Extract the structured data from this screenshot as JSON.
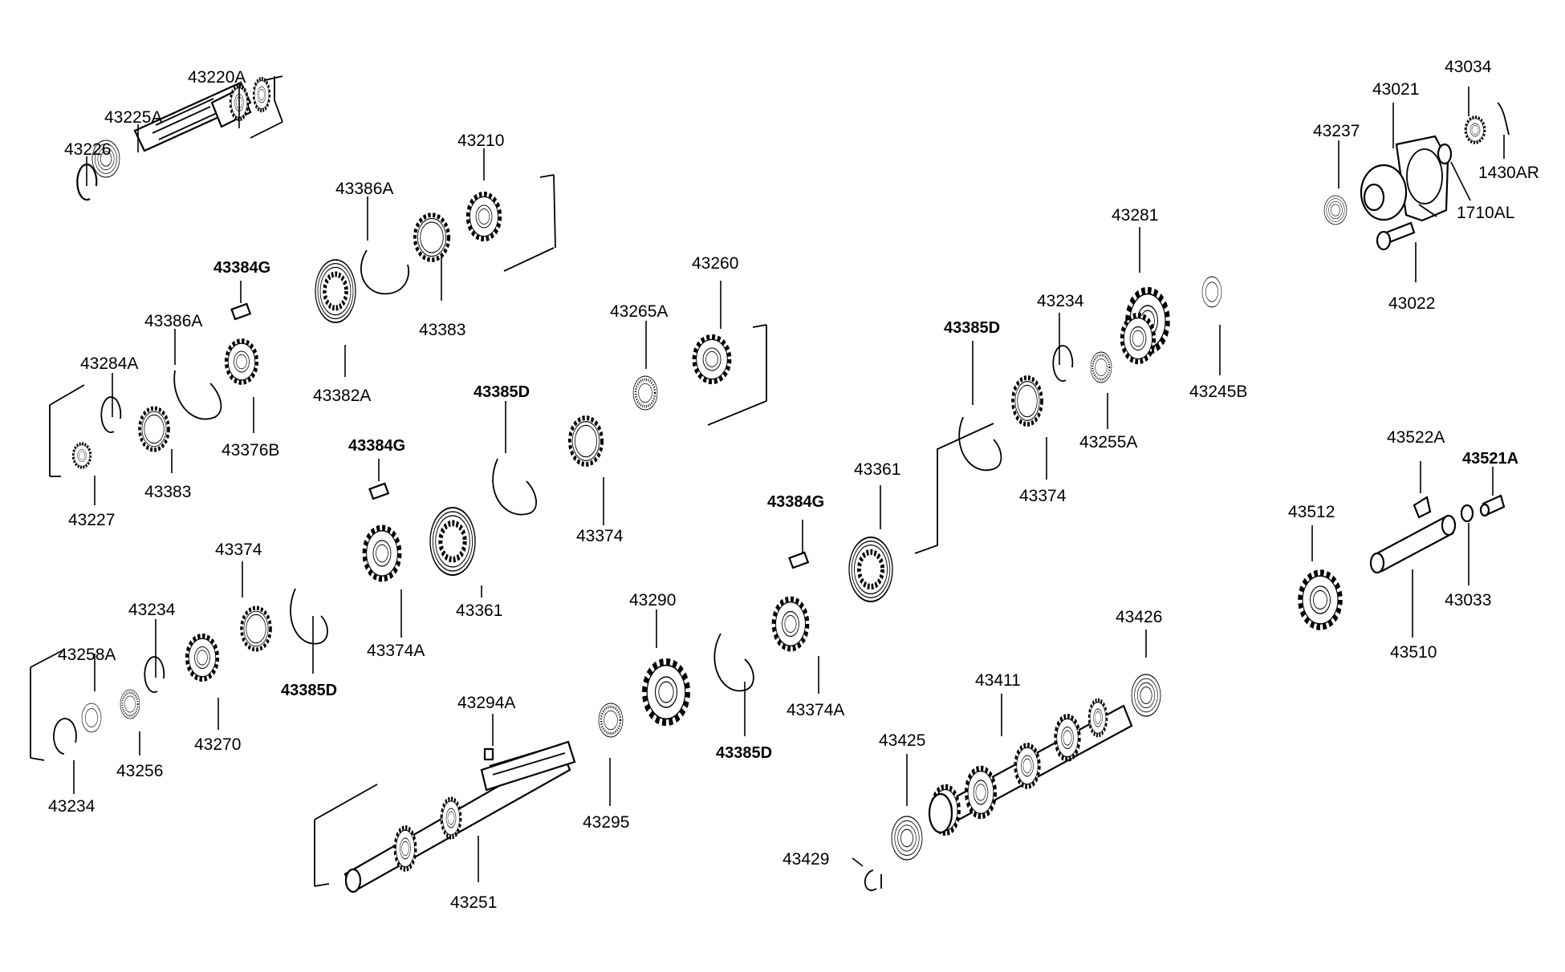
{
  "labels": {
    "p43220A": "43220A",
    "p43225A": "43225A",
    "p43226": "43226",
    "p43210": "43210",
    "p43386A_top": "43386A",
    "p43383_top": "43383",
    "p43382A": "43382A",
    "p43384G_top": "43384G",
    "p43386A_mid": "43386A",
    "p43284A": "43284A",
    "p43376B": "43376B",
    "p43383_mid": "43383",
    "p43227": "43227",
    "p43265A": "43265A",
    "p43260": "43260",
    "p43385D_mid": "43385D",
    "p43384G_mid": "43384G",
    "p43374_mid": "43374",
    "p43361_mid": "43361",
    "p43374A_mid": "43374A",
    "p43374_left": "43374",
    "p43234_left": "43234",
    "p43258A": "43258A",
    "p43270": "43270",
    "p43256": "43256",
    "p43234_bottom": "43234",
    "p43385D_left": "43385D",
    "p43294A": "43294A",
    "p43290": "43290",
    "p43295": "43295",
    "p43251": "43251",
    "p43385D_bottom": "43385D",
    "p43384G_right": "43384G",
    "p43374A_right": "43374A",
    "p43361_right": "43361",
    "p43385D_right": "43385D",
    "p43234_right": "43234",
    "p43374_right": "43374",
    "p43255A": "43255A",
    "p43281": "43281",
    "p43245B": "43245B",
    "p43426": "43426",
    "p43411": "43411",
    "p43425": "43425",
    "p43429": "43429",
    "p43021": "43021",
    "p43034": "43034",
    "p43237": "43237",
    "p1430AR": "1430AR",
    "p1710AL": "1710AL",
    "p43022": "43022",
    "p43522A": "43522A",
    "p43521A": "43521A",
    "p43512": "43512",
    "p43033": "43033",
    "p43510": "43510"
  }
}
